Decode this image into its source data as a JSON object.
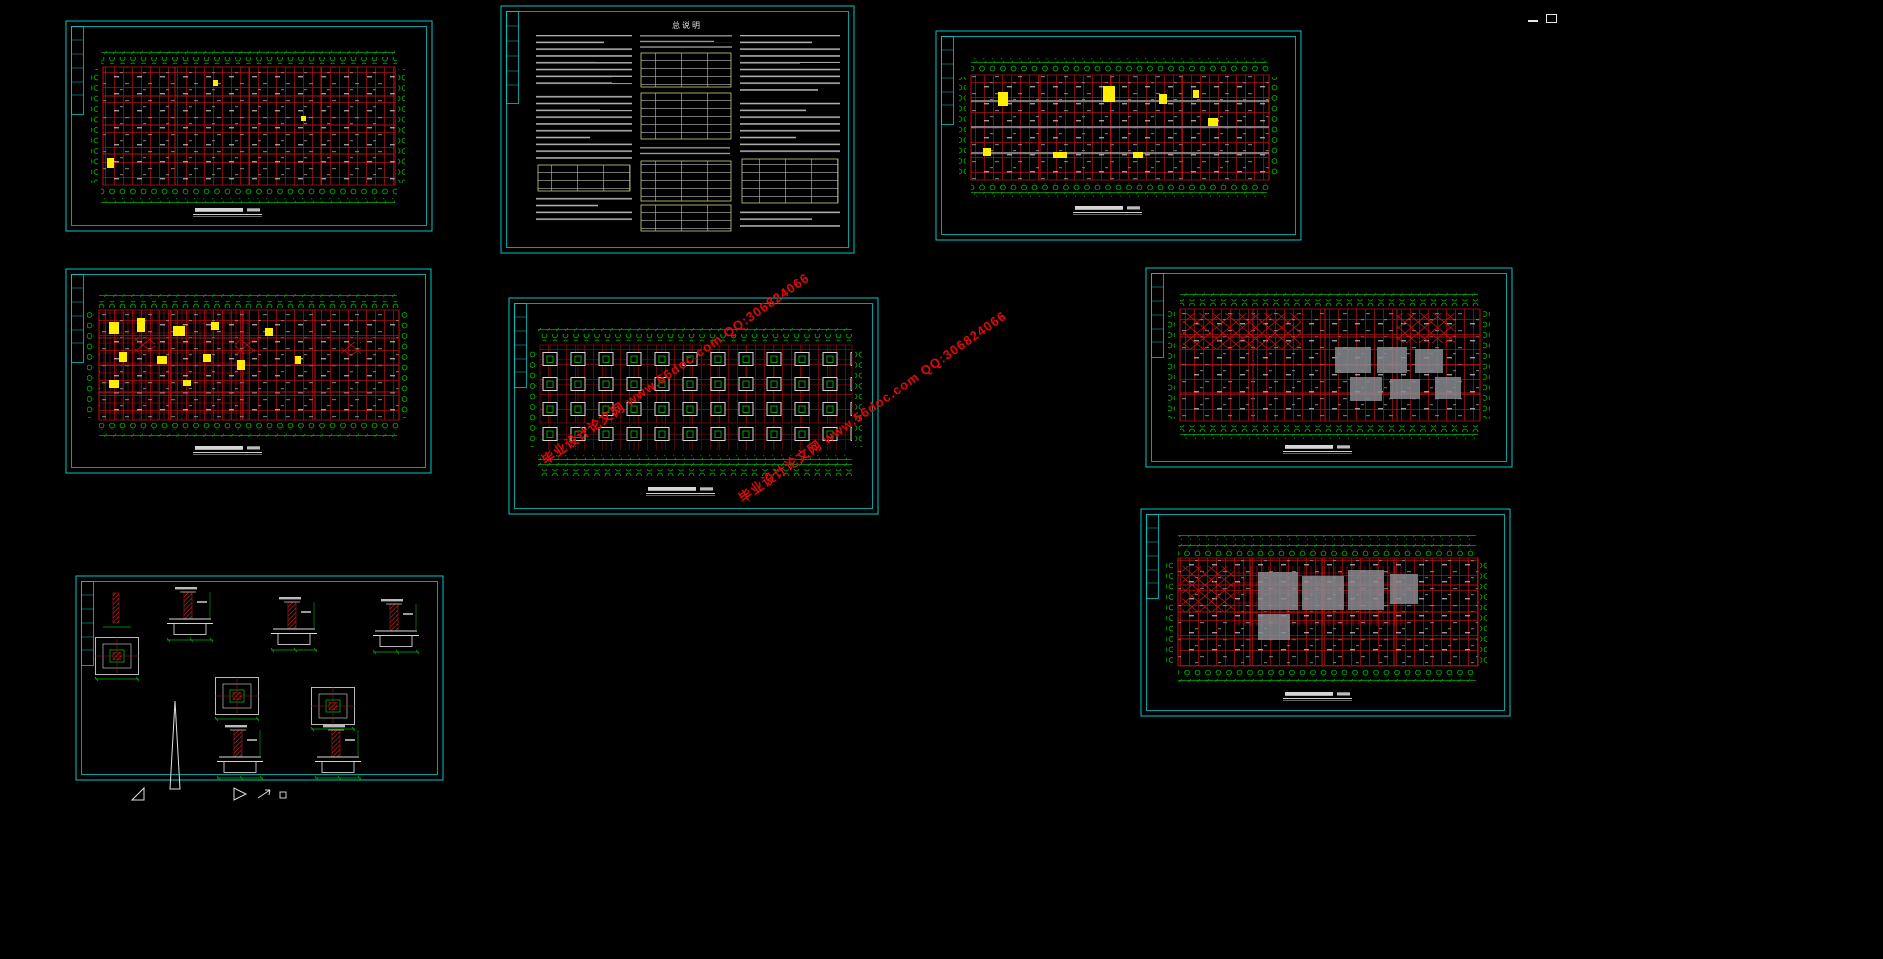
{
  "app": {
    "background_color": "#000000",
    "kind": "cad-workspace-with-drawing-sheets"
  },
  "window_controls": {
    "minimize": "minimize",
    "restore": "restore"
  },
  "watermarks": [
    {
      "text": "毕业设计论文网 www.56doc.com QQ:306824066"
    },
    {
      "text": "毕业设计论文网 www.56doc.com QQ:306824066"
    }
  ],
  "colors": {
    "frame_cyan": "#00c8c8",
    "grid_red": "#b01212",
    "axis_green": "#00b000",
    "highlight_yellow": "#ffee00",
    "fill_gray": "#868b90",
    "watermark_red": "#e00808",
    "annotation_white": "#d5d5d5"
  },
  "sheets": {
    "notes": {
      "title": "总说明",
      "kind": "notes-and-tables-sheet"
    },
    "list": [
      {
        "id": "sheet-top-left",
        "kind": "structural-plan-drawing"
      },
      {
        "id": "sheet-top-middle",
        "kind": "notes-and-tables-sheet"
      },
      {
        "id": "sheet-top-right",
        "kind": "structural-plan-drawing"
      },
      {
        "id": "sheet-middle-left",
        "kind": "structural-plan-drawing"
      },
      {
        "id": "sheet-middle-center",
        "kind": "foundation-plan-with-footings"
      },
      {
        "id": "sheet-middle-right",
        "kind": "structural-plan-drawing"
      },
      {
        "id": "sheet-bottom-left",
        "kind": "foundation-detail-drawings"
      },
      {
        "id": "sheet-bottom-right",
        "kind": "structural-plan-drawing"
      }
    ]
  }
}
